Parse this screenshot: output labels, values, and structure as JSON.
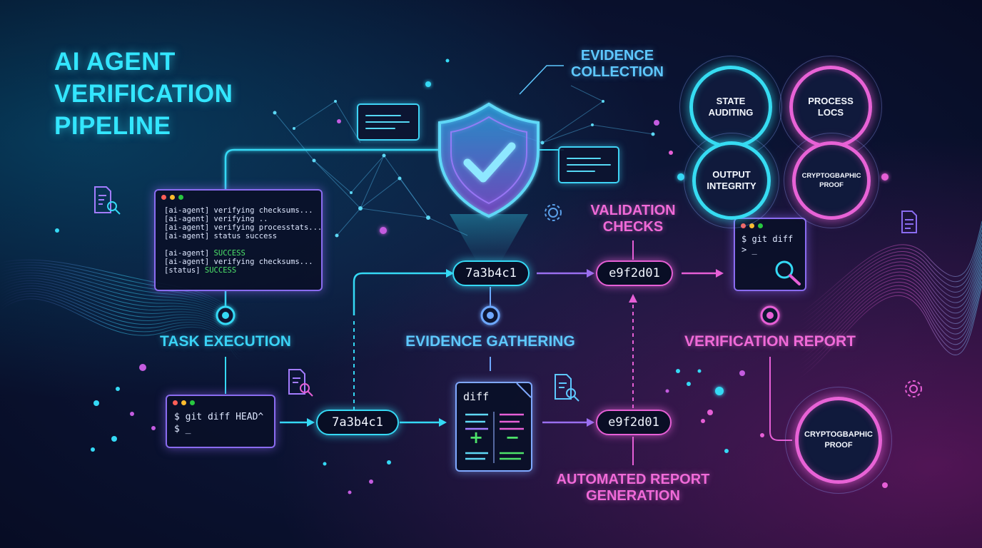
{
  "title": {
    "line1": "AI AGENT",
    "line2": "VERIFICATION",
    "line3": "PIPELINE"
  },
  "stages": {
    "task_execution": "TASK EXECUTION",
    "evidence_gathering": "EVIDENCE GATHERING",
    "verification_report": "VERIFICATION REPORT"
  },
  "callouts": {
    "evidence_collection": {
      "line1": "EVIDENCE",
      "line2": "COLLECTION"
    },
    "validation_checks": {
      "line1": "VALIDATION",
      "line2": "CHECKS"
    },
    "automated_report": {
      "line1": "AUTOMATED REPORT",
      "line2": "GENERATION"
    }
  },
  "hashes": {
    "upper_left": "7a3b4c1",
    "upper_right": "e9f2d01",
    "lower_left": "7a3b4c1",
    "lower_right": "e9f2d01"
  },
  "terminal_main": {
    "lines": [
      "[ai-agent] verifying checksums...",
      "[ai-agent] verifying ..",
      "[ai-agent] verifying processtats...",
      "[ai-agent] status success",
      "",
      "[ai-agent] ",
      "[ai-agent] verifying checksums...",
      "[status] "
    ],
    "success_word": "SUCCESS"
  },
  "terminal_git_lower": {
    "line1": "$ git diff HEAD^",
    "line2": "$ _"
  },
  "terminal_git_upper": {
    "line1": "$ git diff",
    "line2": "> _"
  },
  "diff_doc": {
    "title": "diff",
    "plus": "+",
    "minus": "−"
  },
  "rings": {
    "state_auditing": {
      "line1": "STATE",
      "line2": "AUDITING"
    },
    "process_logs": {
      "line1": "PROCESS",
      "line2": "LOCS"
    },
    "output_integrity": {
      "line1": "OUTPUT",
      "line2": "INTEGRITY"
    },
    "crypto_small": {
      "line1": "CRYPTOGBAPHIC",
      "line2": "PROOF"
    },
    "crypto_large": {
      "line1": "CRYPTOGBAPHIC",
      "line2": "PROOF"
    }
  },
  "colors": {
    "cyan": "#35d9f5",
    "blue": "#5ec8ff",
    "violet": "#8a6cf0",
    "magenta": "#e65fd6",
    "success_green": "#4de36a",
    "background": "#0a1230"
  },
  "icons": [
    "document-search-icon",
    "gear-icon",
    "document-icon",
    "shield-check-icon",
    "magnifier-icon",
    "chat-bubble-icon"
  ]
}
